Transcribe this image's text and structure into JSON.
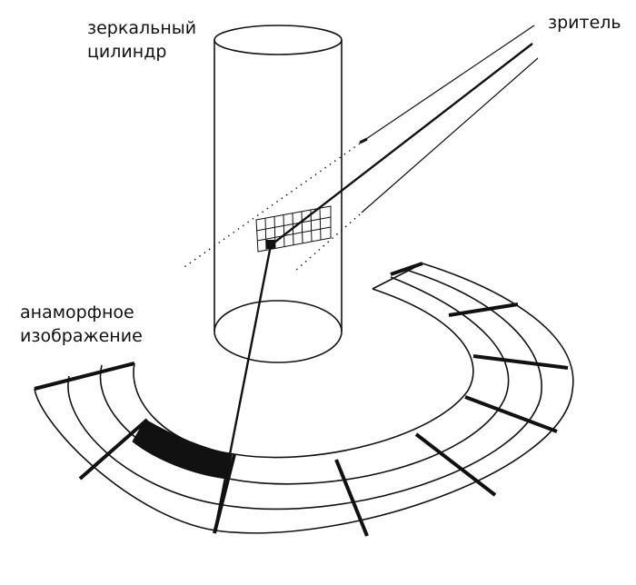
{
  "labels": {
    "mirror_cylinder": [
      "зеркальный",
      "цилиндр"
    ],
    "viewer": "зритель",
    "anamorphic_image": [
      "анаморфное",
      "изображение"
    ]
  },
  "colors": {
    "ink": "#111111",
    "background": "#ffffff"
  }
}
